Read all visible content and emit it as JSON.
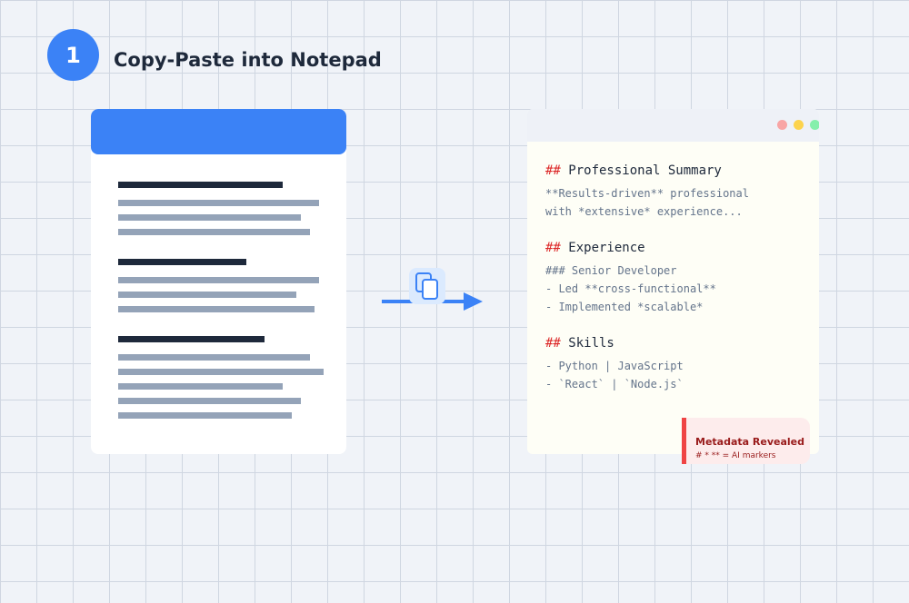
{
  "step": {
    "number": "1",
    "title": "Copy-Paste into Notepad"
  },
  "colors": {
    "accent": "#3b82f6",
    "heading_dark": "#1e293b",
    "line_gray": "#94a3b8",
    "markdown_marker": "#dc2626",
    "callout_border": "#ef4444",
    "callout_text": "#991b1b"
  },
  "document_card": {
    "sections": [
      {
        "heading_width": 181,
        "line_widths": [
          221,
          201,
          211
        ]
      },
      {
        "heading_width": 141,
        "line_widths": [
          221,
          196,
          216
        ]
      },
      {
        "heading_width": 161,
        "line_widths": [
          211,
          226,
          181,
          201,
          191
        ]
      }
    ]
  },
  "transfer": {
    "icon": "copy-icon"
  },
  "notepad": {
    "window_controls": [
      "close",
      "minimize",
      "maximize"
    ],
    "sections": [
      {
        "marker": "##",
        "heading": " Professional Summary",
        "lines": [
          "**Results-driven** professional",
          "with *extensive* experience..."
        ]
      },
      {
        "marker": "##",
        "heading": " Experience",
        "lines": [
          "### Senior Developer",
          "- Led **cross-functional**",
          "- Implemented *scalable*"
        ]
      },
      {
        "marker": "##",
        "heading": " Skills",
        "lines": [
          "- Python | JavaScript",
          "- `React` | `Node.js`"
        ]
      }
    ]
  },
  "callout": {
    "title": "Metadata Revealed",
    "subtitle": "# * ** = AI markers"
  }
}
